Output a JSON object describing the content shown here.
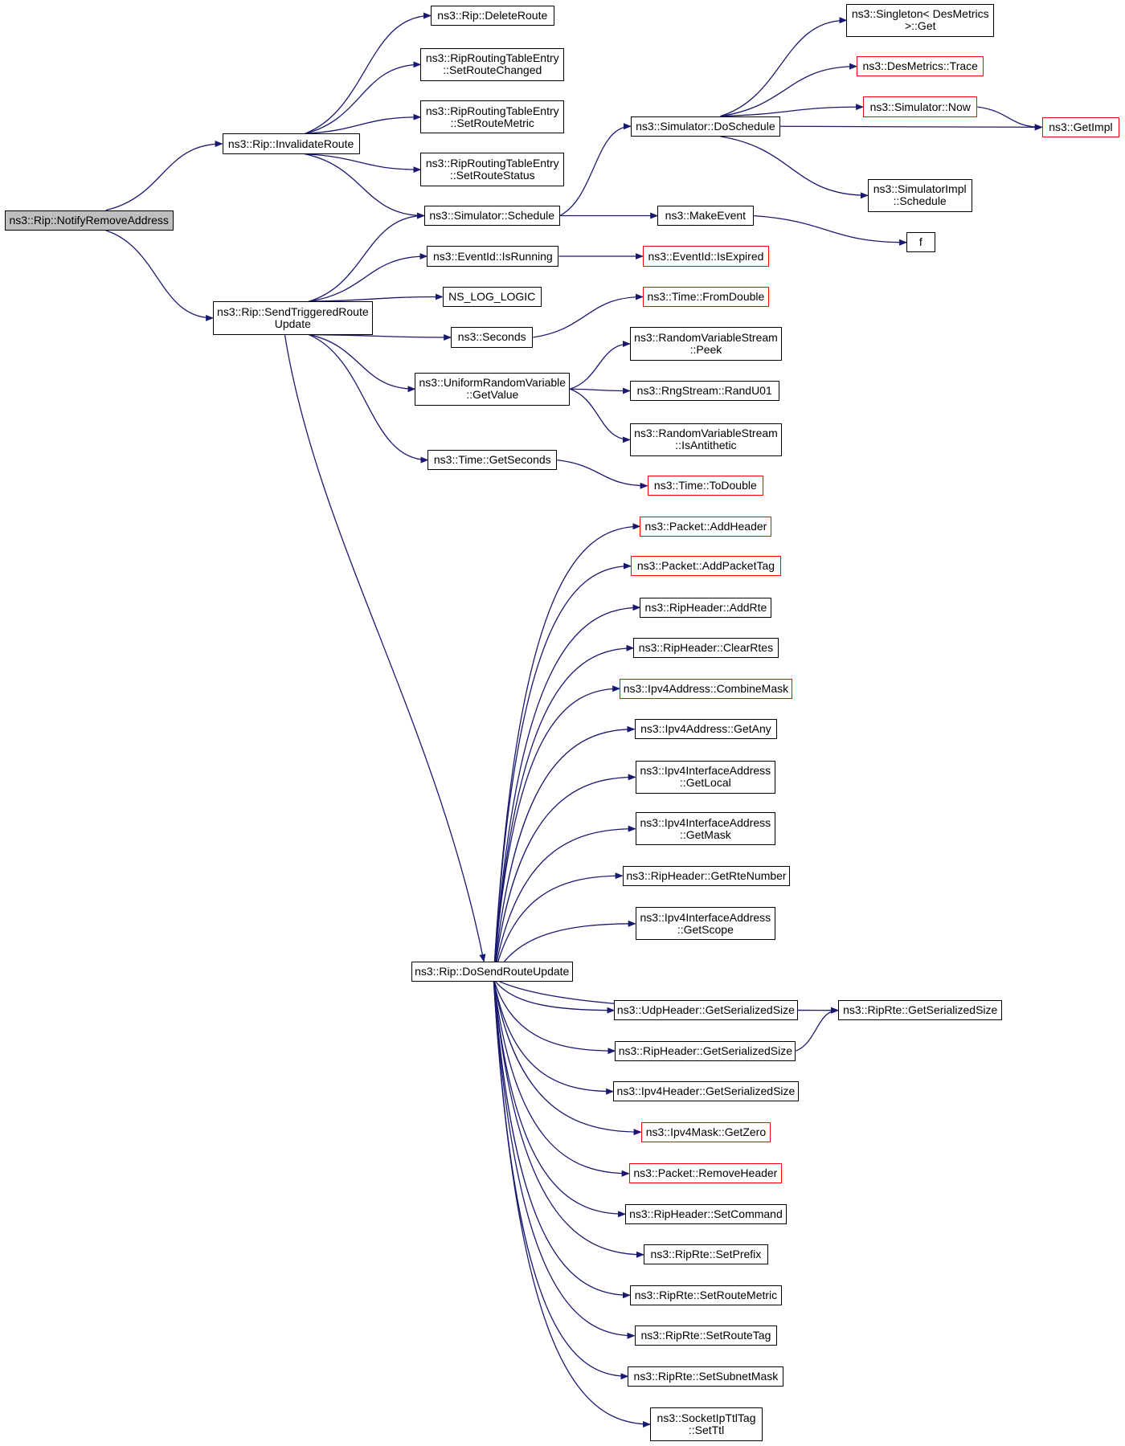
{
  "colors": {
    "edge": "#191970",
    "border": "#000000",
    "highlight_border": "#ff0000",
    "root_fill": "#bfbfbf"
  },
  "nodes": [
    {
      "id": "n_notify",
      "lines": [
        "ns3::Rip::NotifyRemoveAddress"
      ],
      "root": true
    },
    {
      "id": "n_invalidate",
      "lines": [
        "ns3::Rip::InvalidateRoute"
      ]
    },
    {
      "id": "n_sendtrig",
      "lines": [
        "ns3::Rip::SendTriggeredRoute",
        "Update"
      ]
    },
    {
      "id": "n_delete",
      "lines": [
        "ns3::Rip::DeleteRoute"
      ]
    },
    {
      "id": "n_setchanged",
      "lines": [
        "ns3::RipRoutingTableEntry",
        "::SetRouteChanged"
      ]
    },
    {
      "id": "n_setmetric_rte",
      "lines": [
        "ns3::RipRoutingTableEntry",
        "::SetRouteMetric"
      ]
    },
    {
      "id": "n_setstatus",
      "lines": [
        "ns3::RipRoutingTableEntry",
        "::SetRouteStatus"
      ]
    },
    {
      "id": "n_schedule",
      "lines": [
        "ns3::Simulator::Schedule"
      ]
    },
    {
      "id": "n_isrunning",
      "lines": [
        "ns3::EventId::IsRunning"
      ]
    },
    {
      "id": "n_nslog",
      "lines": [
        "NS_LOG_LOGIC"
      ]
    },
    {
      "id": "n_seconds",
      "lines": [
        "ns3::Seconds"
      ]
    },
    {
      "id": "n_getvalue",
      "lines": [
        "ns3::UniformRandomVariable",
        "::GetValue"
      ]
    },
    {
      "id": "n_getseconds",
      "lines": [
        "ns3::Time::GetSeconds"
      ]
    },
    {
      "id": "n_doschedule",
      "lines": [
        "ns3::Simulator::DoSchedule"
      ]
    },
    {
      "id": "n_makeevent",
      "lines": [
        "ns3::MakeEvent"
      ]
    },
    {
      "id": "n_isexpired",
      "lines": [
        "ns3::EventId::IsExpired"
      ],
      "highlight": true
    },
    {
      "id": "n_fromdouble",
      "lines": [
        "ns3::Time::FromDouble"
      ],
      "highlight": true
    },
    {
      "id": "n_peek",
      "lines": [
        "ns3::RandomVariableStream",
        "::Peek"
      ]
    },
    {
      "id": "n_randu01",
      "lines": [
        "ns3::RngStream::RandU01"
      ]
    },
    {
      "id": "n_isantithetic",
      "lines": [
        "ns3::RandomVariableStream",
        "::IsAntithetic"
      ]
    },
    {
      "id": "n_todouble",
      "lines": [
        "ns3::Time::ToDouble"
      ],
      "highlight": true
    },
    {
      "id": "n_singleton",
      "lines": [
        "ns3::Singleton< DesMetrics",
        " >::Get"
      ]
    },
    {
      "id": "n_trace",
      "lines": [
        "ns3::DesMetrics::Trace"
      ],
      "highlight": true
    },
    {
      "id": "n_now",
      "lines": [
        "ns3::Simulator::Now"
      ],
      "highlight": true
    },
    {
      "id": "n_getimpl",
      "lines": [
        "ns3::GetImpl"
      ],
      "highlight": true
    },
    {
      "id": "n_simimpl",
      "lines": [
        "ns3::SimulatorImpl",
        "::Schedule"
      ]
    },
    {
      "id": "n_f",
      "lines": [
        "f"
      ]
    },
    {
      "id": "n_dosend",
      "lines": [
        "ns3::Rip::DoSendRouteUpdate"
      ]
    },
    {
      "id": "n_addheader",
      "lines": [
        "ns3::Packet::AddHeader"
      ],
      "highlight": true
    },
    {
      "id": "n_addpackettag",
      "lines": [
        "ns3::Packet::AddPacketTag"
      ],
      "highlight": true
    },
    {
      "id": "n_addrte",
      "lines": [
        "ns3::RipHeader::AddRte"
      ]
    },
    {
      "id": "n_clearrtes",
      "lines": [
        "ns3::RipHeader::ClearRtes"
      ]
    },
    {
      "id": "n_combinemask",
      "lines": [
        "ns3::Ipv4Address::CombineMask"
      ],
      "highlight": true
    },
    {
      "id": "n_getany",
      "lines": [
        "ns3::Ipv4Address::GetAny"
      ]
    },
    {
      "id": "n_getlocal",
      "lines": [
        "ns3::Ipv4InterfaceAddress",
        "::GetLocal"
      ]
    },
    {
      "id": "n_getmask",
      "lines": [
        "ns3::Ipv4InterfaceAddress",
        "::GetMask"
      ]
    },
    {
      "id": "n_getrtenumber",
      "lines": [
        "ns3::RipHeader::GetRteNumber"
      ]
    },
    {
      "id": "n_getscope",
      "lines": [
        "ns3::Ipv4InterfaceAddress",
        "::GetScope"
      ]
    },
    {
      "id": "n_udpsize",
      "lines": [
        "ns3::UdpHeader::GetSerializedSize"
      ]
    },
    {
      "id": "n_riphdrsize",
      "lines": [
        "ns3::RipHeader::GetSerializedSize"
      ]
    },
    {
      "id": "n_ipv4hdrsize",
      "lines": [
        "ns3::Ipv4Header::GetSerializedSize"
      ]
    },
    {
      "id": "n_getzero",
      "lines": [
        "ns3::Ipv4Mask::GetZero"
      ],
      "highlight": true
    },
    {
      "id": "n_removeheader",
      "lines": [
        "ns3::Packet::RemoveHeader"
      ],
      "highlight": true
    },
    {
      "id": "n_setcommand",
      "lines": [
        "ns3::RipHeader::SetCommand"
      ]
    },
    {
      "id": "n_setprefix",
      "lines": [
        "ns3::RipRte::SetPrefix"
      ]
    },
    {
      "id": "n_setroutemetric",
      "lines": [
        "ns3::RipRte::SetRouteMetric"
      ]
    },
    {
      "id": "n_setroutetag",
      "lines": [
        "ns3::RipRte::SetRouteTag"
      ]
    },
    {
      "id": "n_setsubnetmask",
      "lines": [
        "ns3::RipRte::SetSubnetMask"
      ]
    },
    {
      "id": "n_setttl",
      "lines": [
        "ns3::SocketIpTtlTag",
        "::SetTtl"
      ]
    },
    {
      "id": "n_ripsersize",
      "lines": [
        "ns3::RipRte::GetSerializedSize"
      ]
    }
  ],
  "edges": [
    [
      "n_notify",
      "n_invalidate"
    ],
    [
      "n_notify",
      "n_sendtrig"
    ],
    [
      "n_invalidate",
      "n_delete"
    ],
    [
      "n_invalidate",
      "n_setchanged"
    ],
    [
      "n_invalidate",
      "n_setmetric_rte"
    ],
    [
      "n_invalidate",
      "n_setstatus"
    ],
    [
      "n_invalidate",
      "n_schedule"
    ],
    [
      "n_sendtrig",
      "n_schedule"
    ],
    [
      "n_sendtrig",
      "n_isrunning"
    ],
    [
      "n_sendtrig",
      "n_nslog"
    ],
    [
      "n_sendtrig",
      "n_seconds"
    ],
    [
      "n_sendtrig",
      "n_getvalue"
    ],
    [
      "n_sendtrig",
      "n_getseconds"
    ],
    [
      "n_sendtrig",
      "n_dosend"
    ],
    [
      "n_schedule",
      "n_doschedule"
    ],
    [
      "n_schedule",
      "n_makeevent"
    ],
    [
      "n_doschedule",
      "n_singleton"
    ],
    [
      "n_doschedule",
      "n_trace"
    ],
    [
      "n_doschedule",
      "n_now"
    ],
    [
      "n_doschedule",
      "n_getimpl"
    ],
    [
      "n_doschedule",
      "n_simimpl"
    ],
    [
      "n_now",
      "n_getimpl"
    ],
    [
      "n_makeevent",
      "n_f"
    ],
    [
      "n_isrunning",
      "n_isexpired"
    ],
    [
      "n_seconds",
      "n_fromdouble"
    ],
    [
      "n_getvalue",
      "n_peek"
    ],
    [
      "n_getvalue",
      "n_randu01"
    ],
    [
      "n_getvalue",
      "n_isantithetic"
    ],
    [
      "n_getseconds",
      "n_todouble"
    ],
    [
      "n_dosend",
      "n_addheader"
    ],
    [
      "n_dosend",
      "n_addpackettag"
    ],
    [
      "n_dosend",
      "n_addrte"
    ],
    [
      "n_dosend",
      "n_clearrtes"
    ],
    [
      "n_dosend",
      "n_combinemask"
    ],
    [
      "n_dosend",
      "n_getany"
    ],
    [
      "n_dosend",
      "n_getlocal"
    ],
    [
      "n_dosend",
      "n_getmask"
    ],
    [
      "n_dosend",
      "n_getrtenumber"
    ],
    [
      "n_dosend",
      "n_getscope"
    ],
    [
      "n_dosend",
      "n_ripsersize"
    ],
    [
      "n_dosend",
      "n_udpsize"
    ],
    [
      "n_dosend",
      "n_riphdrsize"
    ],
    [
      "n_dosend",
      "n_ipv4hdrsize"
    ],
    [
      "n_dosend",
      "n_getzero"
    ],
    [
      "n_dosend",
      "n_removeheader"
    ],
    [
      "n_dosend",
      "n_setcommand"
    ],
    [
      "n_dosend",
      "n_setprefix"
    ],
    [
      "n_dosend",
      "n_setroutemetric"
    ],
    [
      "n_dosend",
      "n_setroutetag"
    ],
    [
      "n_dosend",
      "n_setsubnetmask"
    ],
    [
      "n_dosend",
      "n_setttl"
    ],
    [
      "n_riphdrsize",
      "n_ripsersize"
    ]
  ]
}
